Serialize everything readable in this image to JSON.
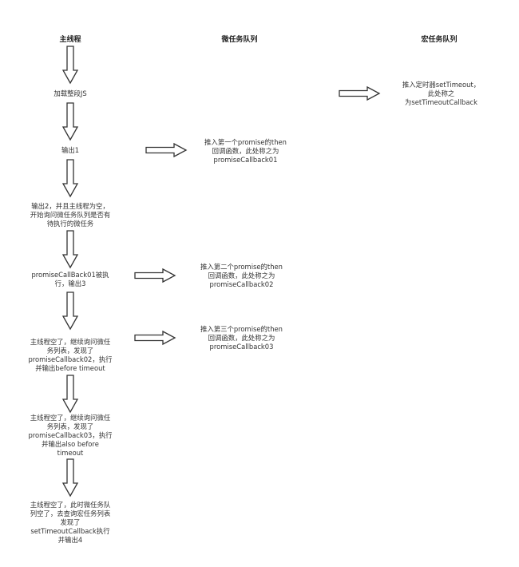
{
  "headers": {
    "main_thread": "主线程",
    "microtask_queue": "微任务队列",
    "macrotask_queue": "宏任务队列"
  },
  "main_steps": [
    "加载整段JS",
    "输出1",
    "输出2，并且主线程为空，\n开始询问微任务队列是否有\n待执行的微任务",
    "promiseCallBack01被执\n行，输出3",
    "主线程空了，继续询问微任\n务列表，发现了\npromiseCallback02，执行\n并输出before timeout",
    "主线程空了，继续询问微任\n务列表，发现了\npromiseCallback03，执行\n并输出also before\ntimeout",
    "主线程空了，此时微任务队\n列空了，去查询宏任务列表\n发现了\nsetTimeoutCallback执行\n并输出4"
  ],
  "microtasks": [
    "推入第一个promise的then\n回调函数，此处称之为\npromiseCallback01",
    "推入第二个promise的then\n回调函数，此处称之为\npromiseCallback02",
    "推入第三个promise的then\n回调函数，此处称之为\npromiseCallback03"
  ],
  "macrotasks": [
    "推入定时器setTimeout，\n此处称之\n为setTimeoutCallback"
  ]
}
